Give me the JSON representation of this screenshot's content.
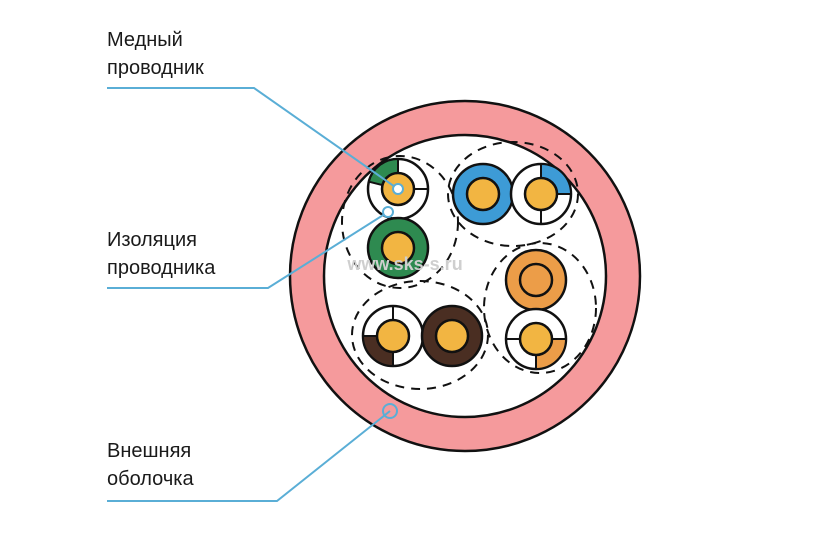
{
  "labels": {
    "copper": {
      "line1": "Медный",
      "line2": "проводник"
    },
    "insulation": {
      "line1": "Изоляция",
      "line2": "проводника"
    },
    "jacket": {
      "line1": "Внешняя",
      "line2": "оболочка"
    }
  },
  "watermark": "www.sks-s.ru",
  "colors": {
    "jacket": "#f59a9c",
    "leader": "#5aaed6",
    "copper": "#f2b542",
    "green": "#2e8a50",
    "blue": "#3d9bd6",
    "orange": "#ec9d48",
    "brown": "#4a2e22",
    "outline": "#111111",
    "watermark": "#cfcfcf"
  }
}
